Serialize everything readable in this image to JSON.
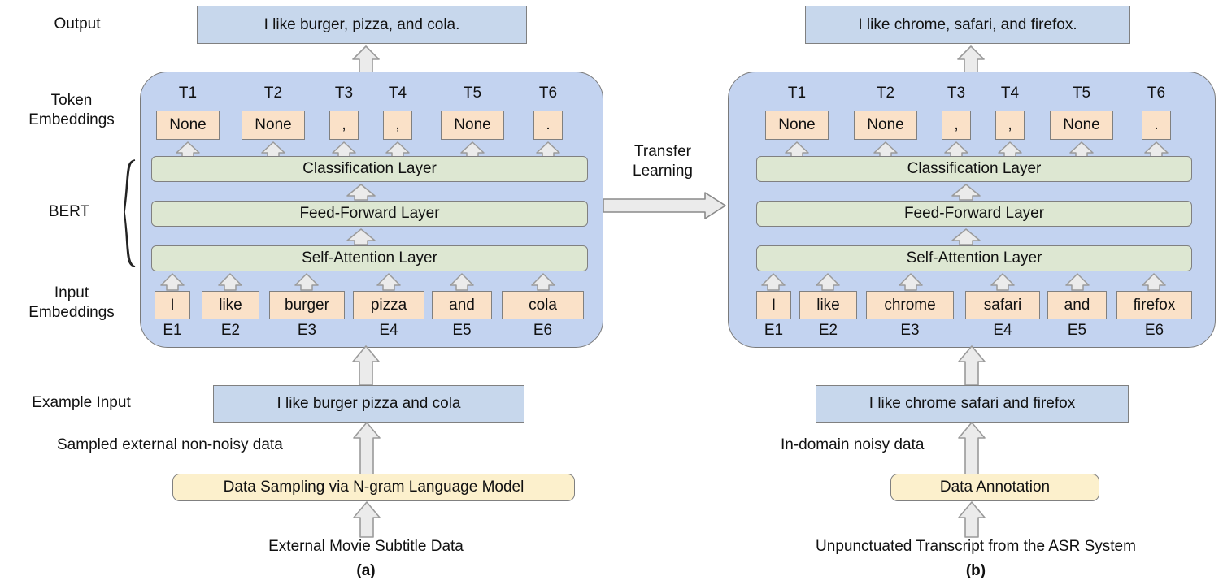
{
  "figure": {
    "row_labels": [
      {
        "id": "output",
        "text": "Output"
      },
      {
        "id": "token-embeddings",
        "text": "Token\nEmbeddings"
      },
      {
        "id": "bert",
        "text": "BERT"
      },
      {
        "id": "input-embeddings",
        "text": "Input\nEmbeddings"
      },
      {
        "id": "example-input",
        "text": "Example Input"
      }
    ],
    "transfer_arrow_label": "Transfer\nLearning",
    "colors": {
      "panel_blue": "#c3d3f0",
      "box_blue": "#c7d7ec",
      "box_green": "#dde7d2",
      "box_orange": "#fae1c8",
      "box_yellow": "#fcf0cc",
      "arrow_fill": "#ebebeb",
      "stroke": "#808080"
    },
    "left": {
      "subfigure_label": "(a)",
      "output_text": "I like burger, pizza, and cola.",
      "token_ids": [
        "T1",
        "T2",
        "T3",
        "T4",
        "T5",
        "T6"
      ],
      "token_values": [
        "None",
        "None",
        ",",
        ",",
        "None",
        "."
      ],
      "layers": [
        "Classification Layer",
        "Feed-Forward Layer",
        "Self-Attention Layer"
      ],
      "input_ids": [
        "E1",
        "E2",
        "E3",
        "E4",
        "E5",
        "E6"
      ],
      "input_tokens": [
        "I",
        "like",
        "burger",
        "pizza",
        "and",
        "cola"
      ],
      "example_input_text": "I like burger pizza and cola",
      "data_note": "Sampled external non-noisy data",
      "process_box": "Data Sampling via N-gram Language Model",
      "source_caption": "External Movie Subtitle Data"
    },
    "right": {
      "subfigure_label": "(b)",
      "output_text": "I like chrome, safari, and firefox.",
      "token_ids": [
        "T1",
        "T2",
        "T3",
        "T4",
        "T5",
        "T6"
      ],
      "token_values": [
        "None",
        "None",
        ",",
        ",",
        "None",
        "."
      ],
      "layers": [
        "Classification Layer",
        "Feed-Forward Layer",
        "Self-Attention Layer"
      ],
      "input_ids": [
        "E1",
        "E2",
        "E3",
        "E4",
        "E5",
        "E6"
      ],
      "input_tokens": [
        "I",
        "like",
        "chrome",
        "safari",
        "and",
        "firefox"
      ],
      "example_input_text": "I like chrome safari and firefox",
      "data_note": "In-domain noisy data",
      "process_box": "Data Annotation",
      "source_caption": "Unpunctuated Transcript from the ASR System"
    }
  }
}
